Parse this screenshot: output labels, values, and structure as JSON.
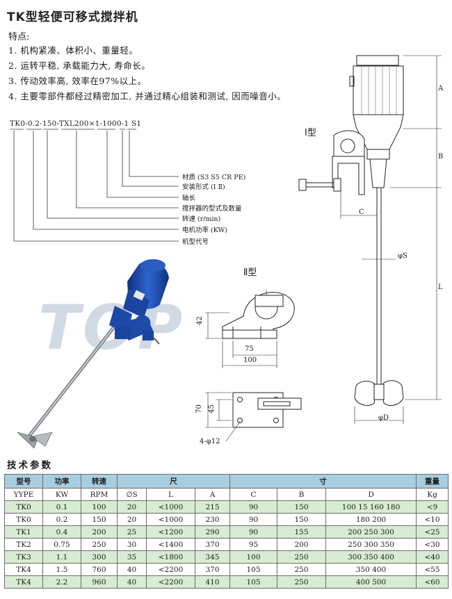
{
  "title": "TK型轻便可移式搅拌机",
  "features": {
    "heading": "特点:",
    "items": [
      "1. 机构紧凑、体积小、重量轻。",
      "2. 运转平稳, 承载能力大, 寿命长。",
      "3. 传动效率高, 效率在97%以上。",
      "4. 主要零部件都经过精密加工, 并通过精心组装和测试, 因而噪音小。"
    ]
  },
  "model_code": {
    "code": "TK0-0.2-150-TXL200×1-1000-1 S1",
    "legend": [
      "材质 (S3  S5  CR  PE)",
      "安装形式 (Ⅰ   Ⅱ)",
      "轴长",
      "搅拌器的型式及数量",
      "转速 (r/min)",
      "电机功率 (KW)",
      "机型代号"
    ]
  },
  "watermark": "TOP",
  "type1": {
    "label": "Ⅰ型",
    "dims": {
      "A": "A",
      "B": "B",
      "C": "C",
      "L": "L",
      "S": "φS",
      "D": "φD"
    }
  },
  "type2": {
    "label": "Ⅱ型",
    "dims": {
      "h42": "42",
      "w75": "75",
      "w100": "100",
      "h70": "70",
      "h45": "45",
      "holes": "4-φ12"
    }
  },
  "spec": {
    "title": "技术参数",
    "header": [
      "型号",
      "功率",
      "转速",
      "尺",
      "寸",
      "重量"
    ],
    "units": [
      "YYPE",
      "KW",
      "RPM",
      "∅S",
      "L",
      "A",
      "C",
      "B",
      "D",
      "Kg"
    ],
    "rows": [
      [
        "TK0",
        "0.1",
        "100",
        "20",
        "<1000",
        "215",
        "90",
        "150",
        "100 15 160 180",
        "<9"
      ],
      [
        "TK0",
        "0.2",
        "150",
        "20",
        "<1000",
        "230",
        "90",
        "150",
        "180 200",
        "<10"
      ],
      [
        "TK1",
        "0.4",
        "200",
        "25",
        "<1200",
        "290",
        "90",
        "155",
        "200 250 300",
        "<25"
      ],
      [
        "TK2",
        "0.75",
        "250",
        "30",
        "<1400",
        "370",
        "95",
        "200",
        "250 300 350",
        "<30"
      ],
      [
        "TK3",
        "1.1",
        "300",
        "35",
        "<1800",
        "345",
        "100",
        "250",
        "300 350 400",
        "<40"
      ],
      [
        "TK4",
        "1.5",
        "760",
        "40",
        "<2200",
        "370",
        "105",
        "250",
        "350 400",
        "<55"
      ],
      [
        "TK4",
        "2.2",
        "960",
        "40",
        "<2200",
        "410",
        "105",
        "250",
        "400 500",
        "<60"
      ]
    ]
  },
  "colors": {
    "header_bg": "#a8cde0",
    "row_alt_bg": "#d8ecd4",
    "motor_blue": "#1f4fb0",
    "watermark": "#c9d3e0"
  }
}
